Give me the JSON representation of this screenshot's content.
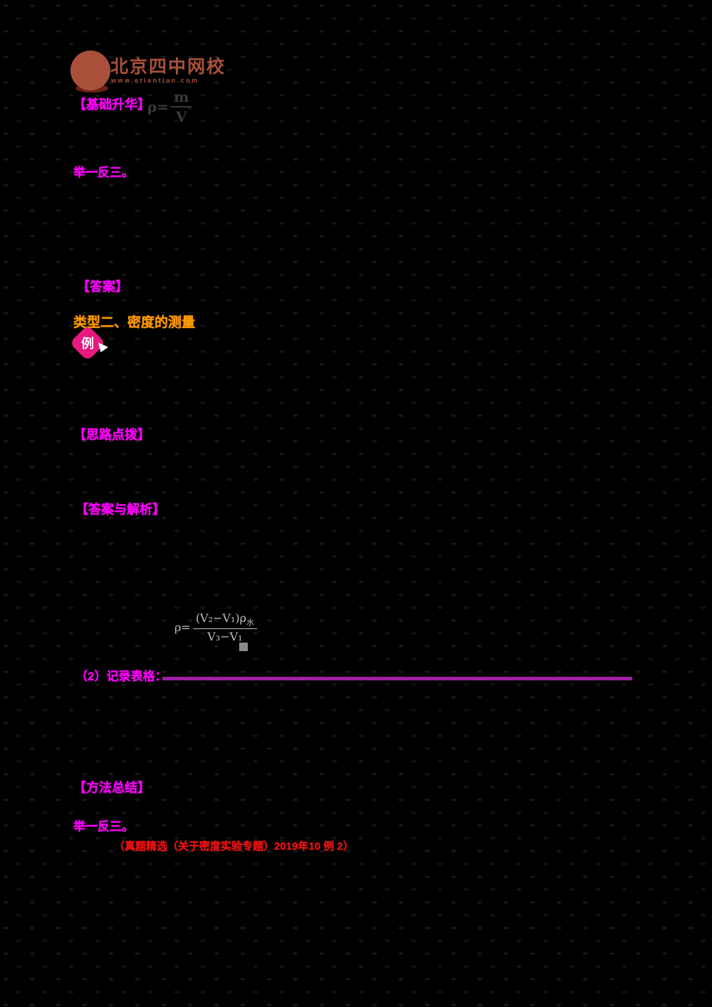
{
  "logo": {
    "title": "北京四中网校",
    "subtitle": "www.etiantian.com"
  },
  "sections": {
    "header_basic": "【基础升华】",
    "practice1": "举一反三。",
    "answer": "【答案】",
    "topic": "类型二、密度的测量",
    "example_badge": "例",
    "hint": "【思路点拨】",
    "answer_analysis": "【答案与解析】",
    "item2": "（2）记录表格：",
    "summary": "【方法总结】",
    "practice2": "举一反三。",
    "source": "（真题精选（关于密度实验专题）2019年10 例 2）"
  },
  "formulas": {
    "basic": {
      "lhs": "ρ=",
      "numerator": "m",
      "denominator": "V"
    },
    "measured": {
      "lhs": "ρ=",
      "numerator": "(V₂−V₁)ρ",
      "numerator_sub": "水",
      "denominator": "V₃−V₁"
    }
  },
  "colors": {
    "brand": "#a8503a",
    "brand-dark": "#6e2014",
    "magenta": "#ff00ff",
    "orange": "#ff9900",
    "red": "#ee1111",
    "purple": "#a020a8",
    "badge": "#e8187d"
  }
}
